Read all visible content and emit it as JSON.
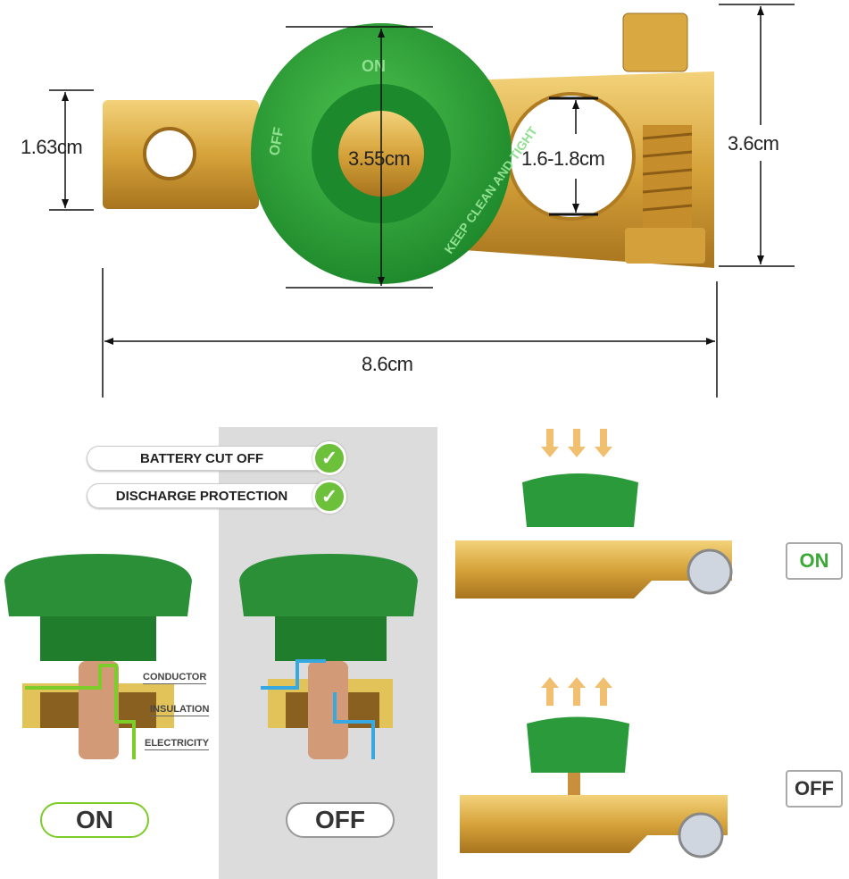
{
  "dimensions": {
    "tab_height": "1.63cm",
    "knob_diameter": "3.55cm",
    "clamp_hole": "1.6-1.8cm",
    "clamp_height": "3.6cm",
    "total_length": "8.6cm"
  },
  "cap_text": {
    "on": "ON",
    "off": "OFF",
    "slogan": "KEEP CLEAN AND TIGHT"
  },
  "features": [
    {
      "label": "BATTERY CUT OFF"
    },
    {
      "label": "DISCHARGE PROTECTION"
    }
  ],
  "diagram_labels": {
    "conductor": "CONDUCTOR",
    "insulation": "INSULATION",
    "electricity": "ELECTRICITY"
  },
  "states": {
    "on": "ON",
    "off": "OFF"
  },
  "photo_labels": {
    "on": "ON",
    "off": "OFF"
  },
  "colors": {
    "green": "#2f9a3a",
    "brass": "#d8a63a",
    "check": "#6cc03a",
    "on_text": "#3aa935"
  }
}
